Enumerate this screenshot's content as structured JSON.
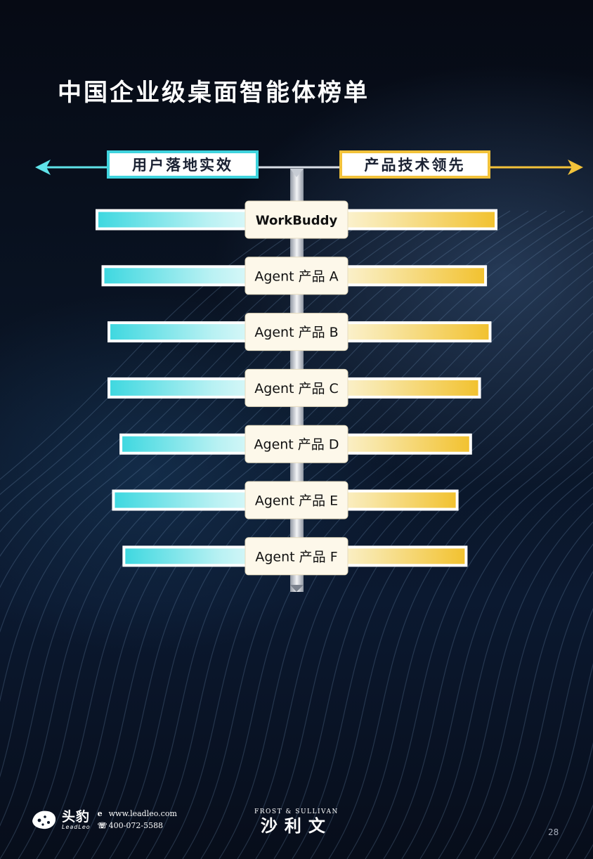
{
  "page": {
    "title": "中国企业级桌面智能体榜单",
    "page_number": "28"
  },
  "chart_data": {
    "type": "bar",
    "title": "中国企业级桌面智能体榜单",
    "left_axis_label": "用户落地实效",
    "right_axis_label": "产品技术领先",
    "categories": [
      "WorkBuddy",
      "Agent 产品 A",
      "Agent 产品 B",
      "Agent 产品 C",
      "Agent 产品 D",
      "Agent 产品 E",
      "Agent 产品 F"
    ],
    "series": [
      {
        "name": "用户落地实效",
        "direction": "left",
        "values": [
          100,
          96,
          92,
          92,
          84,
          89,
          82
        ],
        "color": "#5fe3e9"
      },
      {
        "name": "产品技术领先",
        "direction": "right",
        "values": [
          100,
          93,
          96,
          89,
          83,
          74,
          80
        ],
        "color": "#f3c63c"
      }
    ],
    "range": [
      0,
      100
    ],
    "grid": false,
    "legend": "top"
  },
  "footer": {
    "logo_cn": "头豹",
    "logo_en": "LeadLeo",
    "website": "www.leadleo.com",
    "phone": "400-072-5588",
    "partner_en": "FROST & SULLIVAN",
    "partner_cn": "沙利文"
  },
  "colors": {
    "accent_cyan": "#3fd3dd",
    "accent_gold": "#f2c23a",
    "background": "#0a1526"
  }
}
